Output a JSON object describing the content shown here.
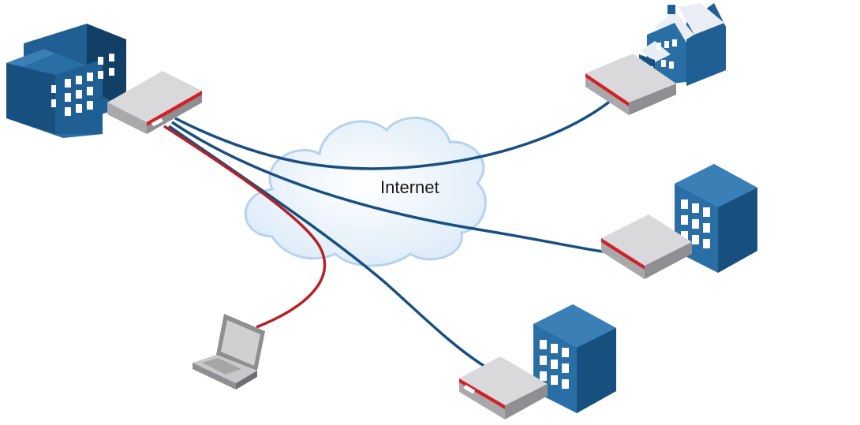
{
  "cloud": {
    "label": "Internet"
  },
  "colors": {
    "building_blue": "#1f5f93",
    "building_dark": "#123f66",
    "building_light": "#3a7fb5",
    "vpn_line": "#184f80",
    "local_line": "#b81f24",
    "device_gray": "#c9c9cb",
    "device_red": "#d32027",
    "cloud_fill": "#e9f2fb",
    "cloud_stroke": "#b6d3ee"
  },
  "nodes": [
    {
      "id": "hq",
      "kind": "office-building-icon"
    },
    {
      "id": "hq-router",
      "kind": "router-icon"
    },
    {
      "id": "home",
      "kind": "house-icon"
    },
    {
      "id": "home-router",
      "kind": "router-icon"
    },
    {
      "id": "branch-east",
      "kind": "office-building-icon"
    },
    {
      "id": "branch-east-router",
      "kind": "router-icon"
    },
    {
      "id": "branch-south",
      "kind": "office-building-icon"
    },
    {
      "id": "branch-south-router",
      "kind": "router-icon"
    },
    {
      "id": "laptop",
      "kind": "laptop-icon"
    }
  ],
  "links": [
    {
      "from": "hq-router",
      "to": "home-router",
      "type": "vpn"
    },
    {
      "from": "hq-router",
      "to": "branch-east-router",
      "type": "vpn"
    },
    {
      "from": "hq-router",
      "to": "branch-south-router",
      "type": "vpn"
    },
    {
      "from": "hq-router",
      "to": "laptop",
      "type": "local"
    }
  ]
}
